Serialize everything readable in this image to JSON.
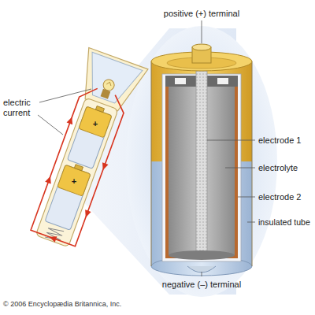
{
  "diagram": {
    "labels": [
      "positive (+) terminal",
      "electrode 1",
      "electrolyte",
      "electrode 2",
      "insulated tube",
      "negative (–) terminal",
      "electric current",
      "+",
      "+",
      "© 2006 Encyclopædia Britannica, Inc."
    ]
  }
}
